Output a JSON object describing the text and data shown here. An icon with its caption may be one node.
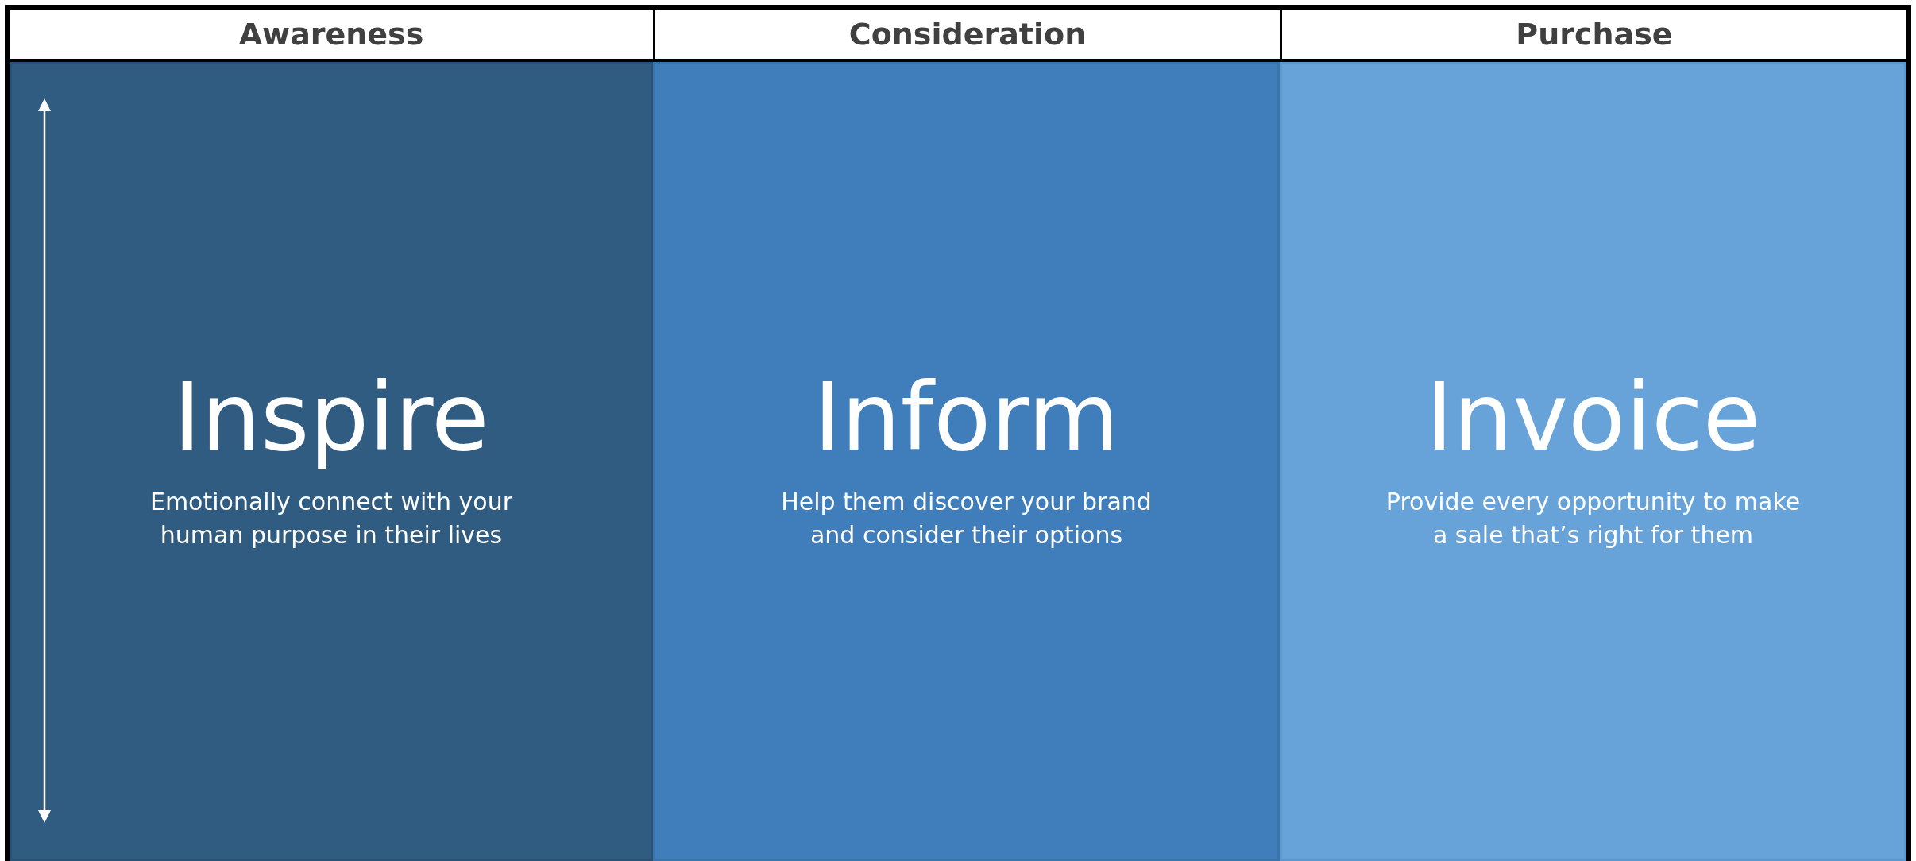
{
  "diagram": {
    "nodes": [
      {
        "text": [
          "Awareness"
        ]
      },
      {
        "text": [
          "Consideration"
        ]
      },
      {
        "text": [
          "Purchase"
        ]
      },
      {
        "text": [
          "Inspire",
          "Emotionally connect with your human purpose in their lives"
        ]
      },
      {
        "text": [
          "Inform",
          "Help them discover your brand and consider their options"
        ]
      },
      {
        "text": [
          "Invoice",
          "Provide every opportunity to make a sale that’s right for them"
        ]
      }
    ]
  }
}
